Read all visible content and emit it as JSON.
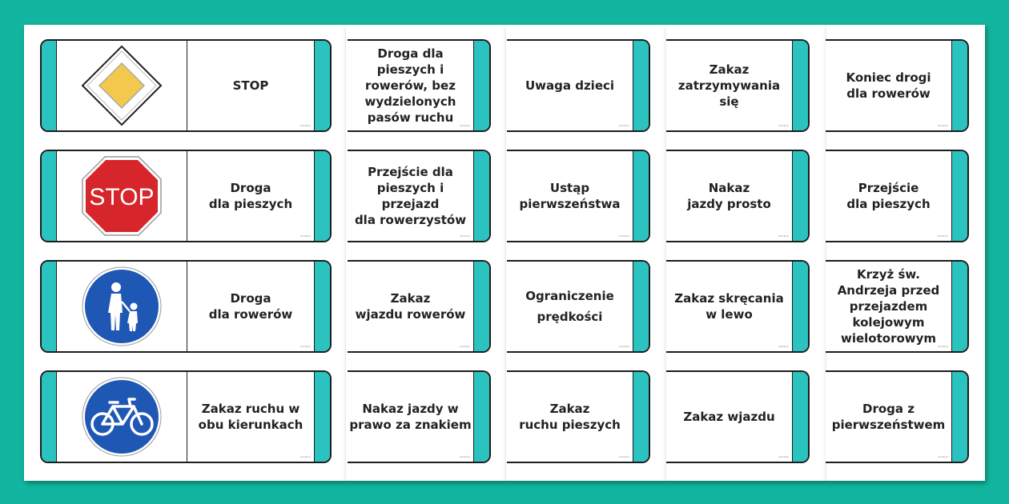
{
  "colors": {
    "background": "#12b59f",
    "stripe": "#2bc3c0",
    "sign_blue": "#1f57b5",
    "stop_red": "#d7262b",
    "diamond_yellow": "#f2c94c"
  },
  "signs": [
    {
      "name": "main-road-sign-icon"
    },
    {
      "name": "stop-sign-icon",
      "text": "STOP"
    },
    {
      "name": "pedestrian-path-sign-icon"
    },
    {
      "name": "bicycle-path-sign-icon"
    }
  ],
  "rows": [
    [
      "STOP",
      "Droga dla\npieszych i\nrowerów, bez\nwydzielonych\npasów ruchu",
      "Uwaga dzieci",
      "Zakaz\nzatrzymywania\nsię",
      "Koniec drogi\ndla rowerów"
    ],
    [
      "Droga\ndla pieszych",
      "Przejście dla\npieszych i przejazd\ndla rowerzystów",
      "Ustąp\npierwszeństwa",
      "Nakaz\njazdy prosto",
      "Przejście\ndla pieszych"
    ],
    [
      "Droga\ndla rowerów",
      "Zakaz\nwjazdu rowerów",
      "Ograniczenie\nprędkości",
      "Zakaz skręcania\nw lewo",
      "Krzyż św.\nAndrzeja przed\nprzejazdem\nkolejowym\nwielotorowym"
    ],
    [
      "Zakaz ruchu w\nobu kierunkach",
      "Nakaz jazdy w\nprawo za znakiem",
      "Zakaz\nruchu pieszych",
      "Zakaz wjazdu",
      "Droga z\npierwszeństwem"
    ]
  ]
}
